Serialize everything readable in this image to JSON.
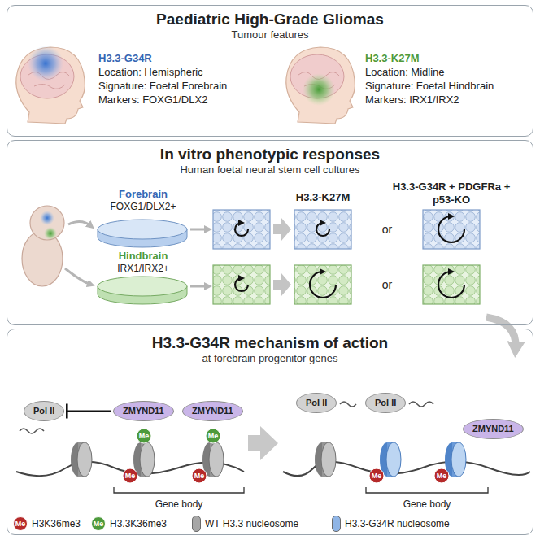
{
  "diagram": {
    "nodes": [
      {
        "text": [
          "Paediatric High-Grade Gliomas",
          "Tumour features"
        ]
      },
      {
        "text": [
          "H3.3-G34R",
          "Location: Hemispheric",
          "Signature: Foetal Forebrain",
          "Markers: FOXG1/DLX2"
        ],
        "in": 0
      },
      {
        "text": [
          "H3.3-K27M",
          "Location: Midline",
          "Signature: Foetal Hindbrain",
          "Markers: IRX1/IRX2"
        ],
        "in": 0
      },
      {
        "text": [
          "In vitro phenotypic responses",
          "Human foetal neural stem cell cultures"
        ]
      },
      {
        "text": [
          "Forebrain",
          "FOXG1/DLX2+"
        ],
        "in": 3
      },
      {
        "text": [
          "Hindbrain",
          "IRX1/IRX2+"
        ],
        "in": 3
      },
      {
        "text": [
          "H3.3-G34R mechanism of action",
          "at forebrain progenitor genes"
        ]
      },
      {
        "text": [
          "Pol II"
        ],
        "in": 6
      },
      {
        "text": [
          "ZMYND11"
        ],
        "in": 6
      },
      {
        "text": [
          "ZMYND11"
        ],
        "in": 6
      },
      {
        "text": [
          "Pol II"
        ],
        "in": 6
      },
      {
        "text": [
          "Pol II"
        ],
        "in": 6
      },
      {
        "text": [
          "ZMYND11"
        ],
        "in": 6
      }
    ],
    "edges": [
      {
        "from": 8,
        "to": 7,
        "arrow": "to"
      }
    ],
    "labels": [
      "H3.3-K27M",
      "H3.3-G34R + PDGFRa + p53-KO",
      "or",
      "or",
      "Me",
      "Me",
      "Me",
      "Me",
      "Gene body",
      "Me",
      "Me",
      "Gene body",
      "Me",
      "Me"
    ],
    "legend": [
      {
        "text": "H3K36me3",
        "color": "#b52a2a"
      },
      {
        "text": "H3.3K36me3",
        "color": "#4d9a3c"
      },
      {
        "text": "WT H3.3 nucleosome",
        "color": "#a6a6a6"
      },
      {
        "text": "H3.3-G34R nucleosome",
        "color": "#8fb5e6"
      }
    ]
  }
}
